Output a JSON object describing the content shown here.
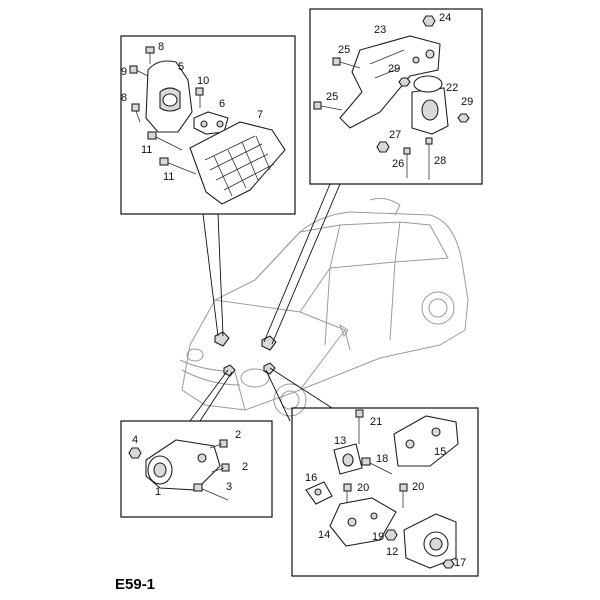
{
  "figure_code": "E59-1",
  "callouts": {
    "c1": "1",
    "c2a": "2",
    "c2b": "2",
    "c3": "3",
    "c4": "4",
    "c5": "5",
    "c6": "6",
    "c7": "7",
    "c8a": "8",
    "c8b": "8",
    "c9": "9",
    "c10": "10",
    "c11a": "11",
    "c11b": "11",
    "c12": "12",
    "c13": "13",
    "c14": "14",
    "c15": "15",
    "c16": "16",
    "c17": "17",
    "c18": "18",
    "c19": "19",
    "c20a": "20",
    "c20b": "20",
    "c21": "21",
    "c22": "22",
    "c23": "23",
    "c24": "24",
    "c25a": "25",
    "c25b": "25",
    "c26": "26",
    "c27": "27",
    "c28": "28",
    "c29a": "29",
    "c29b": "29"
  }
}
